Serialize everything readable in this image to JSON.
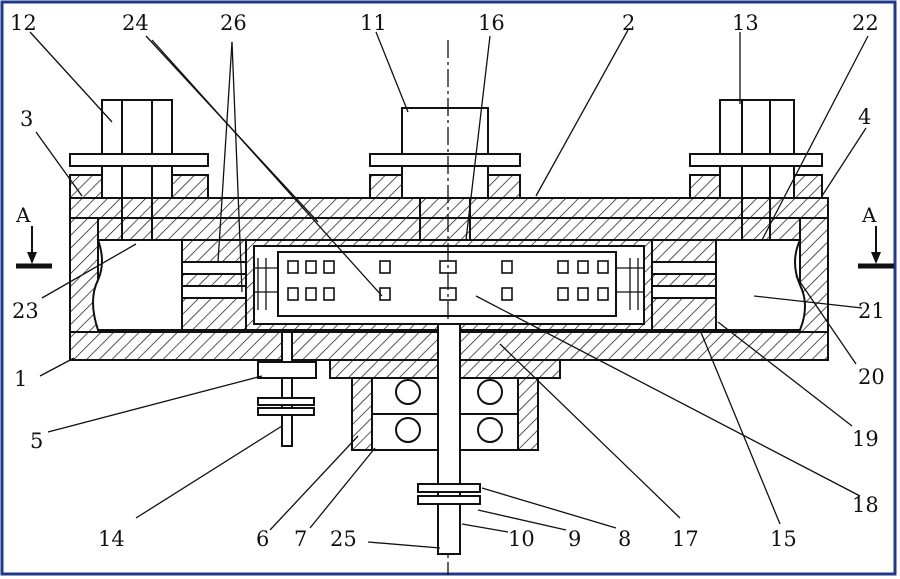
{
  "part_numbers": {
    "n1": "1",
    "n2": "2",
    "n3": "3",
    "n4": "4",
    "n5": "5",
    "n6": "6",
    "n7": "7",
    "n8": "8",
    "n9": "9",
    "n10": "10",
    "n11": "11",
    "n12": "12",
    "n13": "13",
    "n14": "14",
    "n15": "15",
    "n16": "16",
    "n17": "17",
    "n18": "18",
    "n19": "19",
    "n20": "20",
    "n21": "21",
    "n22": "22",
    "n23": "23",
    "n24": "24",
    "n25": "25",
    "n26": "26"
  },
  "section_marks": {
    "left": "A",
    "right": "A"
  },
  "colors": {
    "line": "#111111",
    "frame": "#1f3a8a",
    "background": "#ffffff"
  }
}
